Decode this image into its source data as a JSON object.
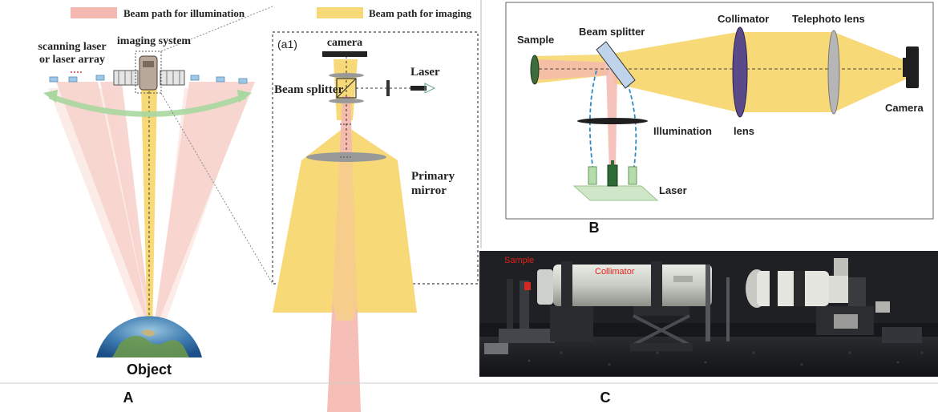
{
  "panel_a": {
    "legend": {
      "illumination": "Beam path for illumination",
      "imaging": "Beam path for imaging"
    },
    "labels": {
      "scanning_laser_line1": "scanning laser",
      "scanning_laser_line2": "or laser array",
      "imaging_system": "imaging system",
      "object": "Object"
    },
    "inset": {
      "tag": "(a1)",
      "camera": "camera",
      "beam_splitter": "Beam splitter",
      "laser": "Laser",
      "primary_mirror_line1": "Primary",
      "primary_mirror_line2": "mirror"
    },
    "panel_letter": "A"
  },
  "panel_b": {
    "sample": "Sample",
    "beam_splitter": "Beam splitter",
    "collimator": "Collimator",
    "telephoto_lens": "Telephoto lens",
    "camera": "Camera",
    "illumination": "Illumination",
    "lens": "lens",
    "laser": "Laser",
    "panel_letter": "B"
  },
  "panel_c": {
    "sample": "Sample",
    "collimator": "Collimator",
    "panel_letter": "C"
  },
  "colors": {
    "illumination_beam": "#f4b8b0",
    "imaging_beam": "#f8d978",
    "label_red": "#e0211a"
  }
}
